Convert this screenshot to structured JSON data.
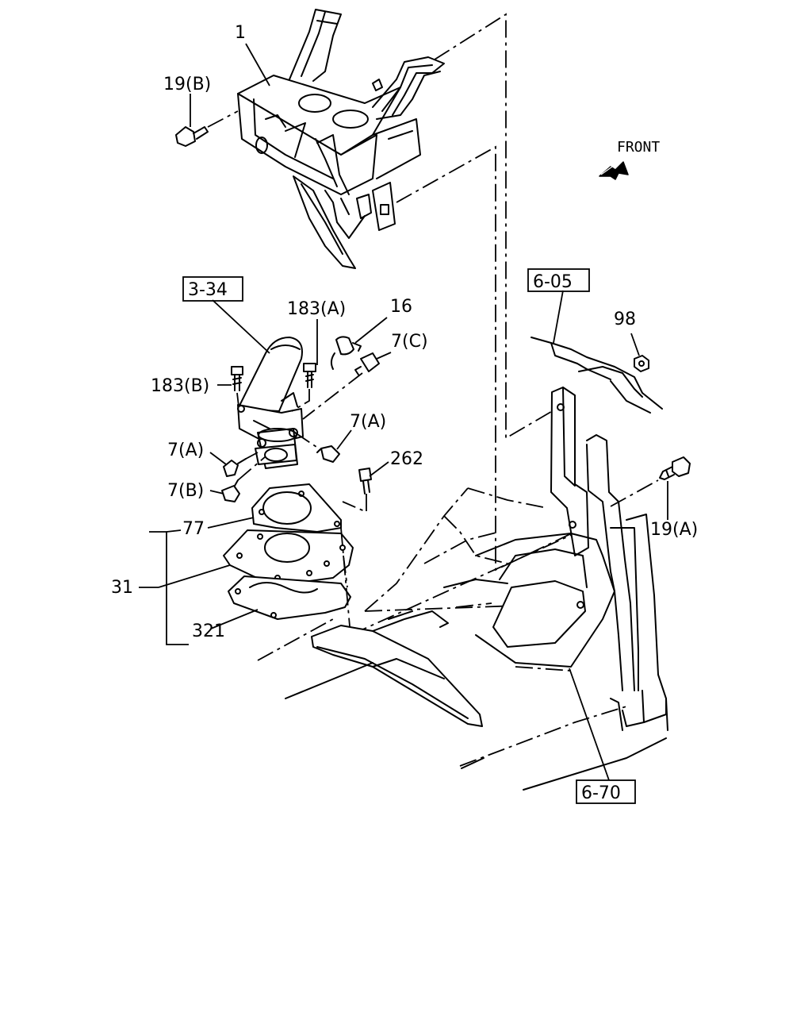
{
  "labels": {
    "p1": "1",
    "p19b": "19(B)",
    "p334": "3-34",
    "p183a": "183(A)",
    "p16": "16",
    "p7c": "7(C)",
    "p183b": "183(B)",
    "p7a_right": "7(A)",
    "p7a_left": "7(A)",
    "p262": "262",
    "p7b": "7(B)",
    "p77": "77",
    "p31": "31",
    "p321": "321",
    "p605": "6-05",
    "p98": "98",
    "p19a": "19(A)",
    "p670": "6-70",
    "front": "FRONT"
  },
  "icons": {
    "front_arrow": "front-arrow-icon"
  }
}
